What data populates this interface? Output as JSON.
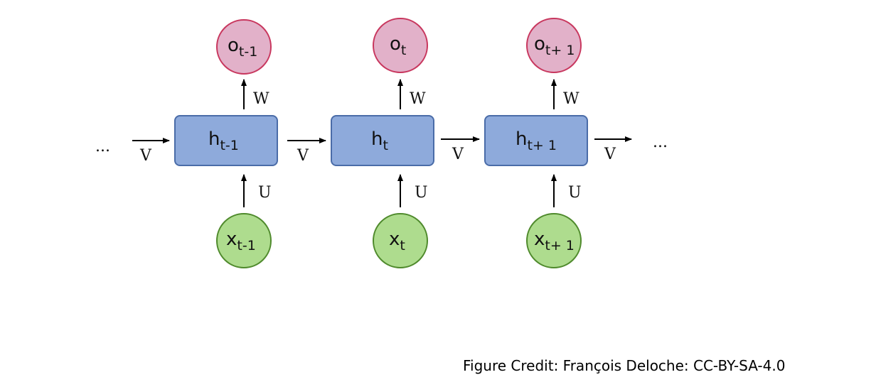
{
  "diagram": {
    "left_ellipsis": "...",
    "right_ellipsis": "...",
    "steps": [
      {
        "output": {
          "base": "o",
          "sub": "t-1"
        },
        "hidden": {
          "base": "h",
          "sub": "t-1"
        },
        "input": {
          "base": "x",
          "sub": "t-1"
        }
      },
      {
        "output": {
          "base": "o",
          "sub": "t"
        },
        "hidden": {
          "base": "h",
          "sub": "t"
        },
        "input": {
          "base": "x",
          "sub": "t"
        }
      },
      {
        "output": {
          "base": "o",
          "sub": "t+ 1"
        },
        "hidden": {
          "base": "h",
          "sub": "t+ 1"
        },
        "input": {
          "base": "x",
          "sub": "t+ 1"
        }
      }
    ],
    "edge_labels": {
      "recurrent": "V",
      "output": "W",
      "input": "U"
    },
    "colors": {
      "output_fill": "#e2b1c9",
      "output_stroke": "#c8375e",
      "hidden_fill": "#8eaadb",
      "hidden_stroke": "#4a6ca8",
      "input_fill": "#aedc8e",
      "input_stroke": "#4f8a2c",
      "arrow": "#000000"
    }
  },
  "credit": "Figure Credit: François Deloche: CC-BY-SA-4.0"
}
